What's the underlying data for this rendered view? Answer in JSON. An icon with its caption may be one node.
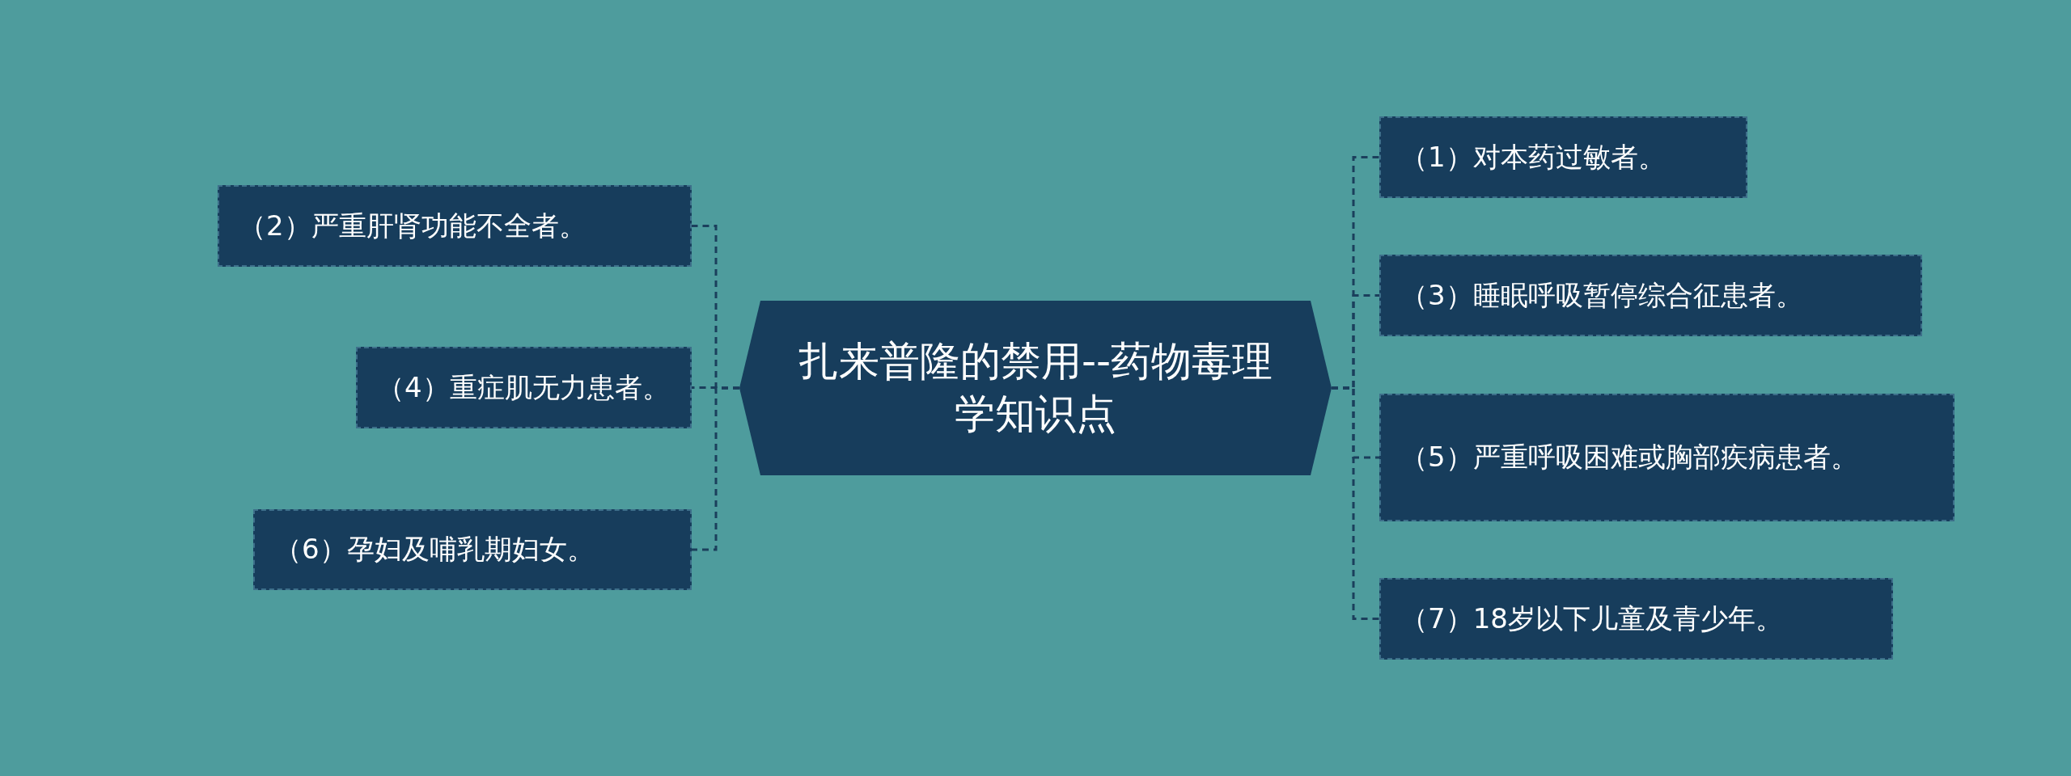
{
  "diagram": {
    "nodes": [
      {
        "text": [
          "扎来普隆的禁用--药物毒理学知识点"
        ]
      },
      {
        "text": [
          "（1）对本药过敏者。"
        ]
      },
      {
        "text": [
          "（2）严重肝肾功能不全者。"
        ]
      },
      {
        "text": [
          "（3）睡眠呼吸暂停综合征患者。"
        ]
      },
      {
        "text": [
          "（4）重症肌无力患者。"
        ]
      },
      {
        "text": [
          "（5）严重呼吸困难或胸部疾病患者。"
        ]
      },
      {
        "text": [
          "（6）孕妇及哺乳期妇女。"
        ]
      },
      {
        "text": [
          "（7）18岁以下儿童及青少年。"
        ]
      }
    ],
    "edges": [
      {
        "from": 0,
        "to": 1,
        "arrow": "none",
        "style": "dashed"
      },
      {
        "from": 0,
        "to": 2,
        "arrow": "none",
        "style": "dashed"
      },
      {
        "from": 0,
        "to": 3,
        "arrow": "none",
        "style": "dashed"
      },
      {
        "from": 0,
        "to": 4,
        "arrow": "none",
        "style": "dashed"
      },
      {
        "from": 0,
        "to": 5,
        "arrow": "none",
        "style": "dashed"
      },
      {
        "from": 0,
        "to": 6,
        "arrow": "none",
        "style": "dashed"
      },
      {
        "from": 0,
        "to": 7,
        "arrow": "none",
        "style": "dashed"
      }
    ]
  }
}
